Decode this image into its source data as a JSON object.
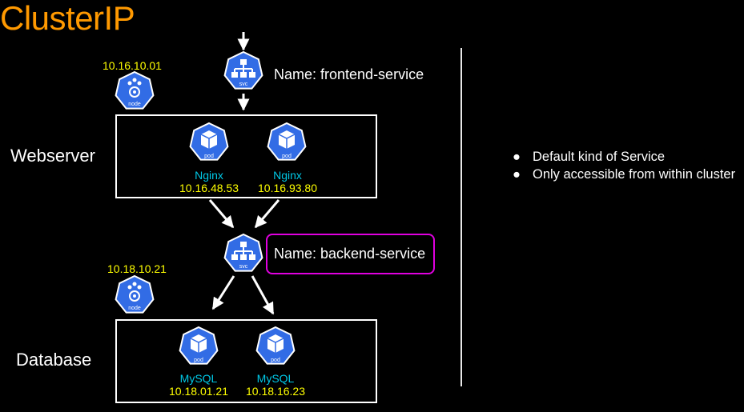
{
  "title": "ClusterIP",
  "icons": {
    "svc_label": "svc",
    "pod_label": "pod",
    "node_label": "node",
    "colors": {
      "icon_fill": "#326ce5",
      "icon_stroke": "#ffffff"
    }
  },
  "frontend": {
    "service_name": "Name: frontend-service"
  },
  "webserver": {
    "group_label": "Webserver",
    "node_ip": "10.16.10.01",
    "pods": [
      {
        "app": "Nginx",
        "ip": "10.16.48.53"
      },
      {
        "app": "Nginx",
        "ip": "10.16.93.80"
      }
    ]
  },
  "backend": {
    "service_name": "Name: backend-service"
  },
  "database": {
    "group_label": "Database",
    "node_ip": "10.18.10.21",
    "pods": [
      {
        "app": "MySQL",
        "ip": "10.18.01.21"
      },
      {
        "app": "MySQL",
        "ip": "10.18.16.23"
      }
    ]
  },
  "notes": {
    "bullet_glyph": "●",
    "items": [
      "Default kind of Service",
      "Only accessible from within cluster"
    ]
  },
  "colors": {
    "title": "#ff9900",
    "ip": "#ffff00",
    "app": "#00c8e6",
    "highlight": "#e000e0"
  }
}
